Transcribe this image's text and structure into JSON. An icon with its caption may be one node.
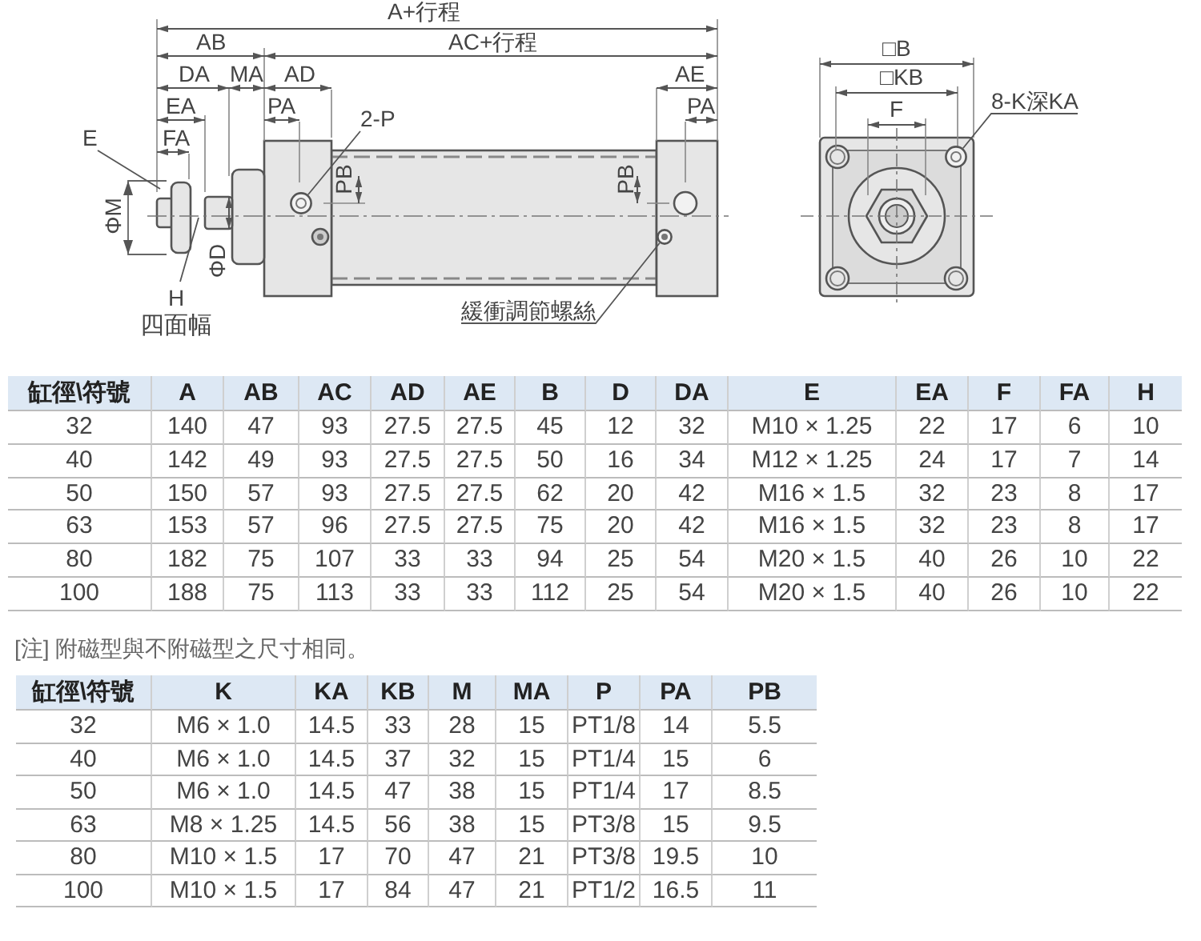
{
  "diagram": {
    "nodes": [
      {
        "text": [
          "2-P"
        ]
      },
      {
        "text": [],
        "shape": "circle"
      },
      {
        "text": [
          "緩衝調節螺絲"
        ]
      },
      {
        "text": [],
        "shape": "circle"
      },
      {
        "text": [
          "8-K深KA"
        ]
      },
      {
        "text": [],
        "shape": "circle"
      },
      {
        "text": [
          "E"
        ]
      },
      {
        "text": [
          "H",
          "四面幅"
        ]
      }
    ],
    "edges": [
      {
        "from": 0,
        "to": 1,
        "arrow": "none"
      },
      {
        "from": 2,
        "to": 3,
        "arrow": "none"
      },
      {
        "from": 4,
        "to": 5,
        "arrow": "none"
      },
      {
        "from": 6,
        "to": null,
        "arrow": "none"
      },
      {
        "from": 7,
        "to": null,
        "arrow": "none"
      }
    ],
    "labels": [
      "A+行程",
      "AB",
      "AC+行程",
      "DA",
      "MA",
      "AD",
      "AE",
      "EA",
      "PA",
      "PA",
      "FA",
      "PB",
      "PB",
      "ΦM",
      "ΦD",
      "□B",
      "□KB",
      "F",
      "缸徑\\符號",
      "A",
      "AB",
      "AC",
      "AD",
      "AE",
      "B",
      "D",
      "DA",
      "E",
      "EA",
      "F",
      "FA",
      "H",
      "32",
      "140",
      "47",
      "93",
      "27.5",
      "27.5",
      "45",
      "12",
      "32",
      "M10 × 1.25",
      "22",
      "17",
      "6",
      "10",
      "40",
      "142",
      "49",
      "93",
      "27.5",
      "27.5",
      "50",
      "16",
      "34",
      "M12 × 1.25",
      "24",
      "17",
      "7",
      "14",
      "50",
      "150",
      "57",
      "93",
      "27.5",
      "27.5",
      "62",
      "20",
      "42",
      "M16 × 1.5",
      "32",
      "23",
      "8",
      "17",
      "63",
      "153",
      "57",
      "96",
      "27.5",
      "27.5",
      "75",
      "20",
      "42",
      "M16 × 1.5",
      "32",
      "23",
      "8",
      "17",
      "80",
      "182",
      "75",
      "107",
      "33",
      "33",
      "94",
      "25",
      "54",
      "M20 × 1.5",
      "40",
      "26",
      "10",
      "22",
      "100",
      "188",
      "75",
      "113",
      "33",
      "33",
      "112",
      "25",
      "54",
      "M20 × 1.5",
      "40",
      "26",
      "10",
      "22",
      "[注] 附磁型與不附磁型之尺寸相同。",
      "缸徑\\符號",
      "K",
      "KA",
      "KB",
      "M",
      "MA",
      "P",
      "PA",
      "PB",
      "32",
      "M6 × 1.0",
      "14.5",
      "33",
      "28",
      "15",
      "PT1/8",
      "14",
      "5.5",
      "40",
      "M6 × 1.0",
      "14.5",
      "37",
      "32",
      "15",
      "PT1/4",
      "15",
      "6",
      "50",
      "M6 × 1.0",
      "14.5",
      "47",
      "38",
      "15",
      "PT1/4",
      "17",
      "8.5",
      "63",
      "M8 × 1.25",
      "14.5",
      "56",
      "38",
      "15",
      "PT3/8",
      "15",
      "9.5",
      "80",
      "M10 × 1.5",
      "17",
      "70",
      "47",
      "21",
      "PT3/8",
      "19.5",
      "10",
      "100",
      "M10 × 1.5",
      "17",
      "84",
      "47",
      "21",
      "PT1/2",
      "16.5",
      "11"
    ]
  }
}
